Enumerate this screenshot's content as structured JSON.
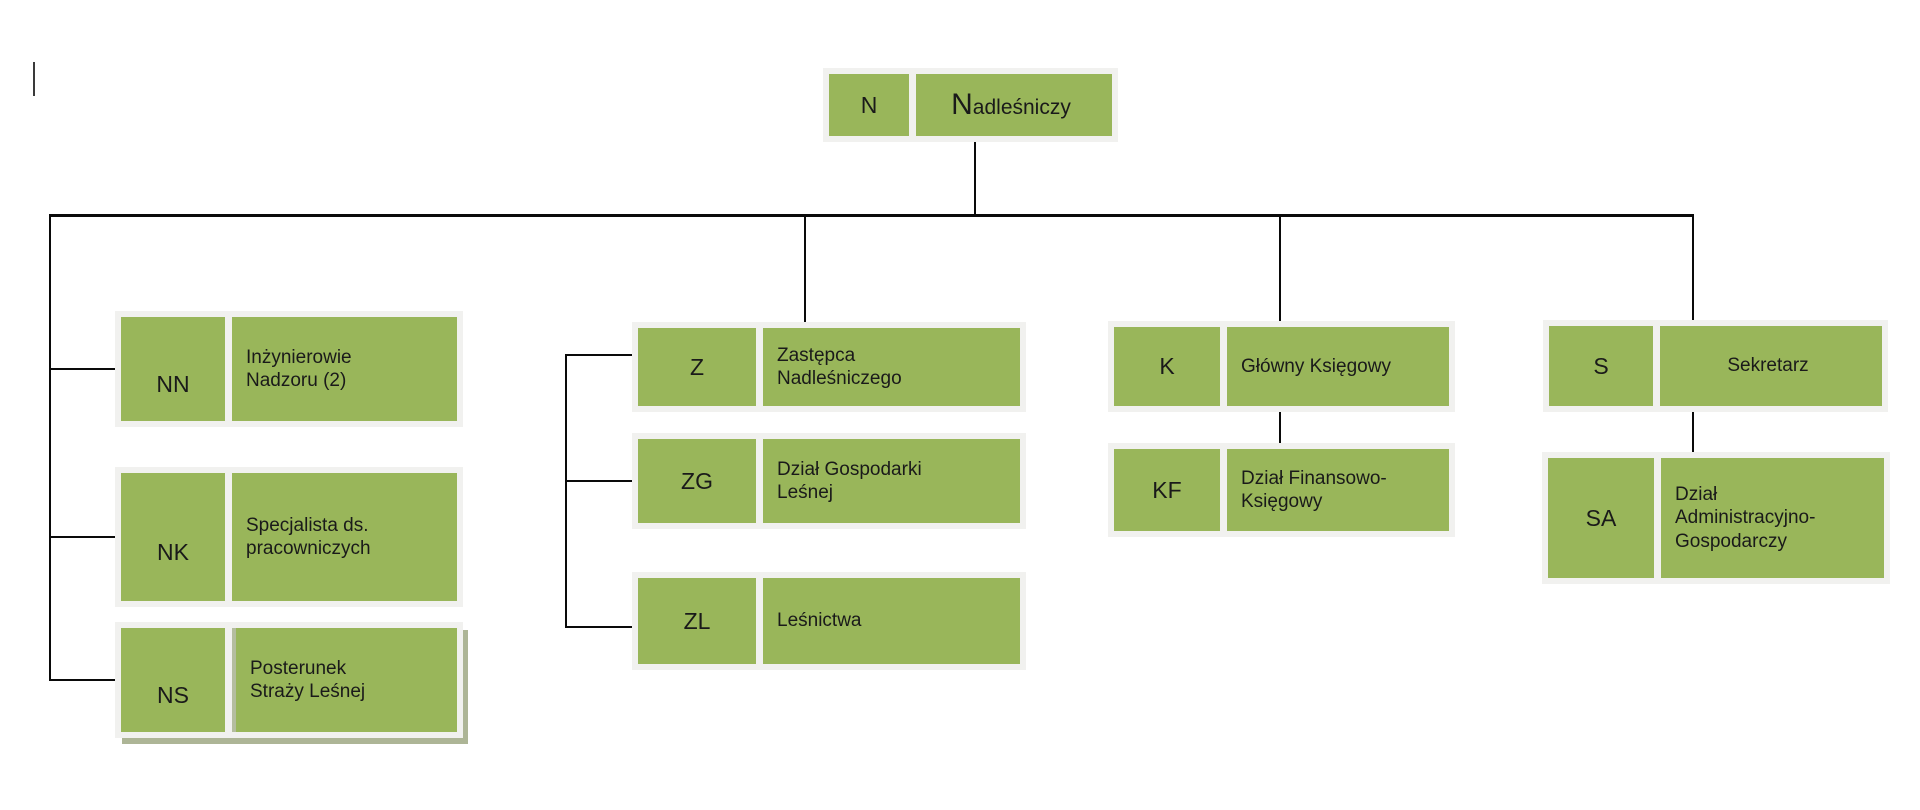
{
  "colors": {
    "accent_green": "#99b65a",
    "frame": "#f1f1ef",
    "line": "#0a0a0a",
    "text": "#1a1a1a",
    "shadow": "#adb596",
    "bg": "#ffffff"
  },
  "nodes": {
    "n": {
      "code": "N",
      "title": "Nadleśniczy"
    },
    "nn": {
      "code": "NN",
      "title": "Inżynierowie\nNadzoru (2)"
    },
    "nk": {
      "code": "NK",
      "title": "Specjalista ds.\npracowniczych"
    },
    "ns": {
      "code": "NS",
      "title": "Posterunek\nStraży Leśnej"
    },
    "z": {
      "code": "Z",
      "title": "Zastępca\nNadleśniczego"
    },
    "zg": {
      "code": "ZG",
      "title": "Dział Gospodarki\nLeśnej"
    },
    "zl": {
      "code": "ZL",
      "title": "Leśnictwa"
    },
    "k": {
      "code": "K",
      "title": "Główny Księgowy"
    },
    "kf": {
      "code": "KF",
      "title": "Dział Finansowo-\nKsięgowy"
    },
    "s": {
      "code": "S",
      "title": "Sekretarz"
    },
    "sa": {
      "code": "SA",
      "title": "Dział\nAdministracyjno-\nGospodarczy"
    }
  }
}
